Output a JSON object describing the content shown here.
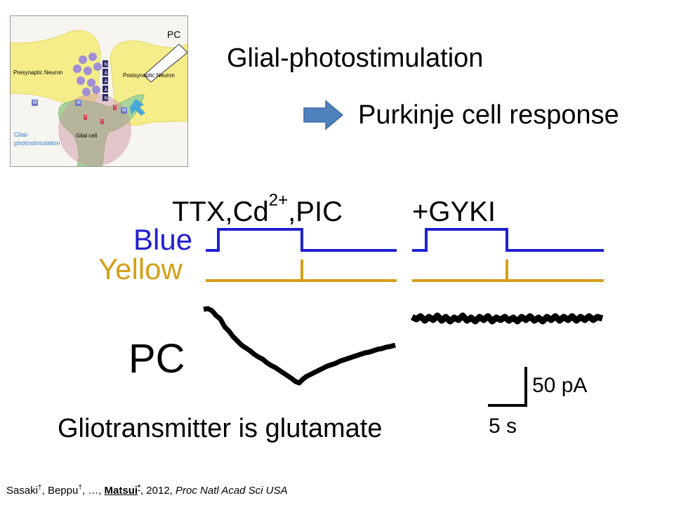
{
  "schematic": {
    "pc_label": "PC",
    "presynaptic_label": "Presynaptic Neuron",
    "postsynaptic_label": "Postsynaptic Neuron",
    "glial_label": "Glial cell",
    "stim_label_line1": "Glial-",
    "stim_label_line2": "photostimulation",
    "receptor_letters": [
      "N",
      "A",
      "A",
      "A",
      "N"
    ],
    "m_label": "M",
    "t_label": "T"
  },
  "titles": {
    "main": "Glial-photostimulation",
    "sub": "Purkinje cell response"
  },
  "figure": {
    "condition1_base": "TTX,Cd",
    "condition1_sup": "2+",
    "condition1_tail": ",PIC",
    "condition2": "+GYKI",
    "blue_label": "Blue",
    "yellow_label": "Yellow",
    "pc_label": "PC",
    "scale_current": "50 pA",
    "scale_time": "5 s"
  },
  "conclusion": "Gliotransmitter is glutamate",
  "citation": {
    "author1": "Sasaki",
    "author2": "Beppu",
    "mid": ", …, ",
    "author_last": "Matsui",
    "mark_dagger": "†",
    "mark_star": "*",
    "year": ", 2012, ",
    "journal": "Proc Natl Acad Sci USA"
  },
  "colors": {
    "blue_trace": "#2020d0",
    "yellow_trace": "#d4a017",
    "arrow": "#4f81bd"
  }
}
